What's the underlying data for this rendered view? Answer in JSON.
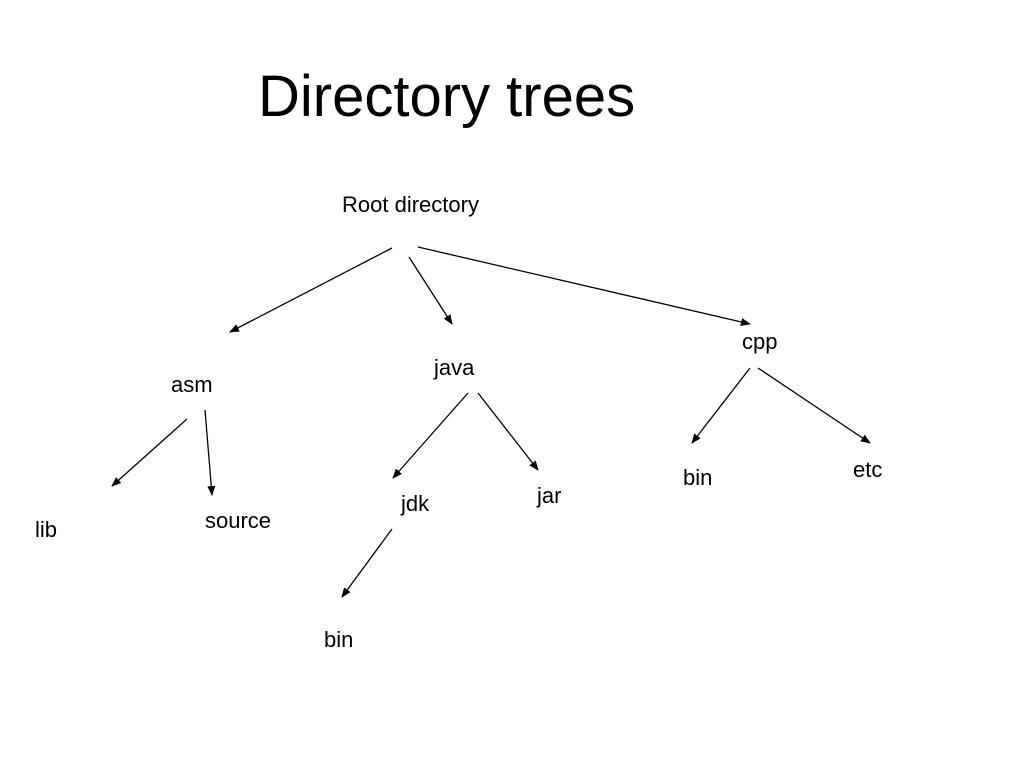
{
  "title": "Directory trees",
  "tree": {
    "nodes": {
      "root": "Root directory",
      "asm": "asm",
      "java": "java",
      "cpp": "cpp",
      "lib": "lib",
      "source": "source",
      "jdk": "jdk",
      "jar": "jar",
      "cpp_bin": "bin",
      "etc": "etc",
      "jdk_bin": "bin"
    },
    "edges": [
      [
        "root",
        "asm"
      ],
      [
        "root",
        "java"
      ],
      [
        "root",
        "cpp"
      ],
      [
        "asm",
        "lib"
      ],
      [
        "asm",
        "source"
      ],
      [
        "java",
        "jdk"
      ],
      [
        "java",
        "jar"
      ],
      [
        "cpp",
        "cpp_bin"
      ],
      [
        "cpp",
        "etc"
      ],
      [
        "jdk",
        "jdk_bin"
      ]
    ]
  },
  "colors": {
    "line": "#000000",
    "text": "#000000",
    "background": "#ffffff"
  }
}
